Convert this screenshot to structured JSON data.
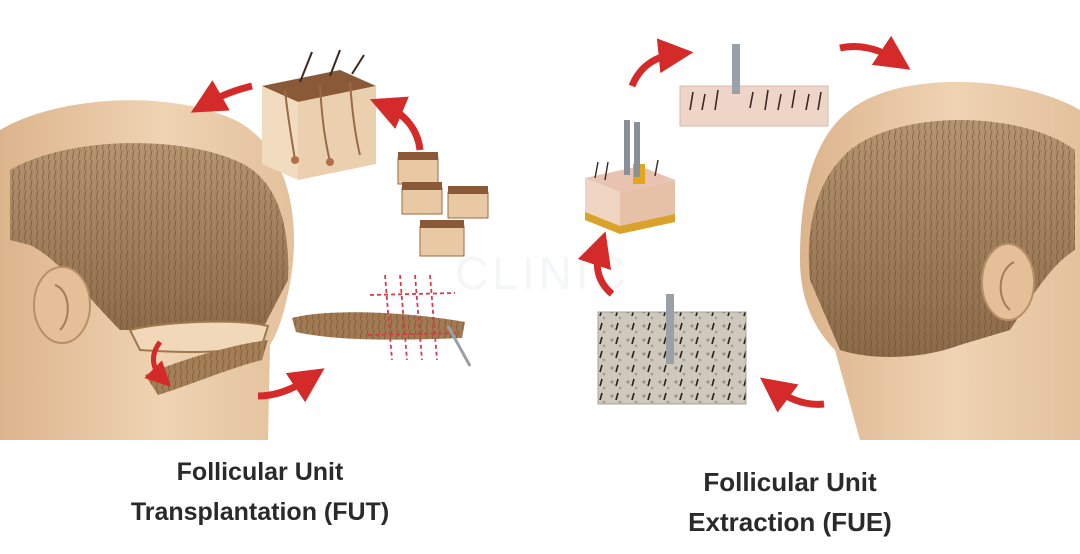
{
  "watermark": "CLINIC",
  "left_panel": {
    "caption_line1": "Follicular Unit",
    "caption_line2": "Transplantation (FUT)"
  },
  "right_panel": {
    "caption_line1": "Follicular Unit",
    "caption_line2": "Extraction (FUE)"
  },
  "colors": {
    "arrow": "#d42a2a",
    "skin": "#e9c9a3",
    "hair": "#7a5a3a",
    "cut_lines": "#d83a4a"
  }
}
